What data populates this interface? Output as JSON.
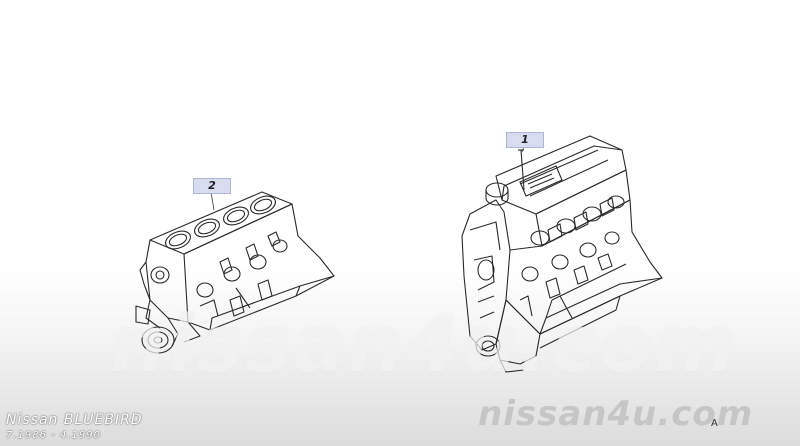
{
  "diagram": {
    "callouts": [
      {
        "id": "1",
        "label": "1"
      },
      {
        "id": "2",
        "label": "2"
      }
    ],
    "part_colors": {
      "line": "#2a2a2a",
      "callout_bg": "#d7dcef",
      "leader": "#444444"
    }
  },
  "watermark": {
    "text": "nissan4u.com"
  },
  "brand": {
    "text": "nissan4u.com"
  },
  "vehicle": {
    "title": "Nissan BLUEBIRD",
    "dates": "7.1986 - 4.1990"
  },
  "version_marker": "A"
}
